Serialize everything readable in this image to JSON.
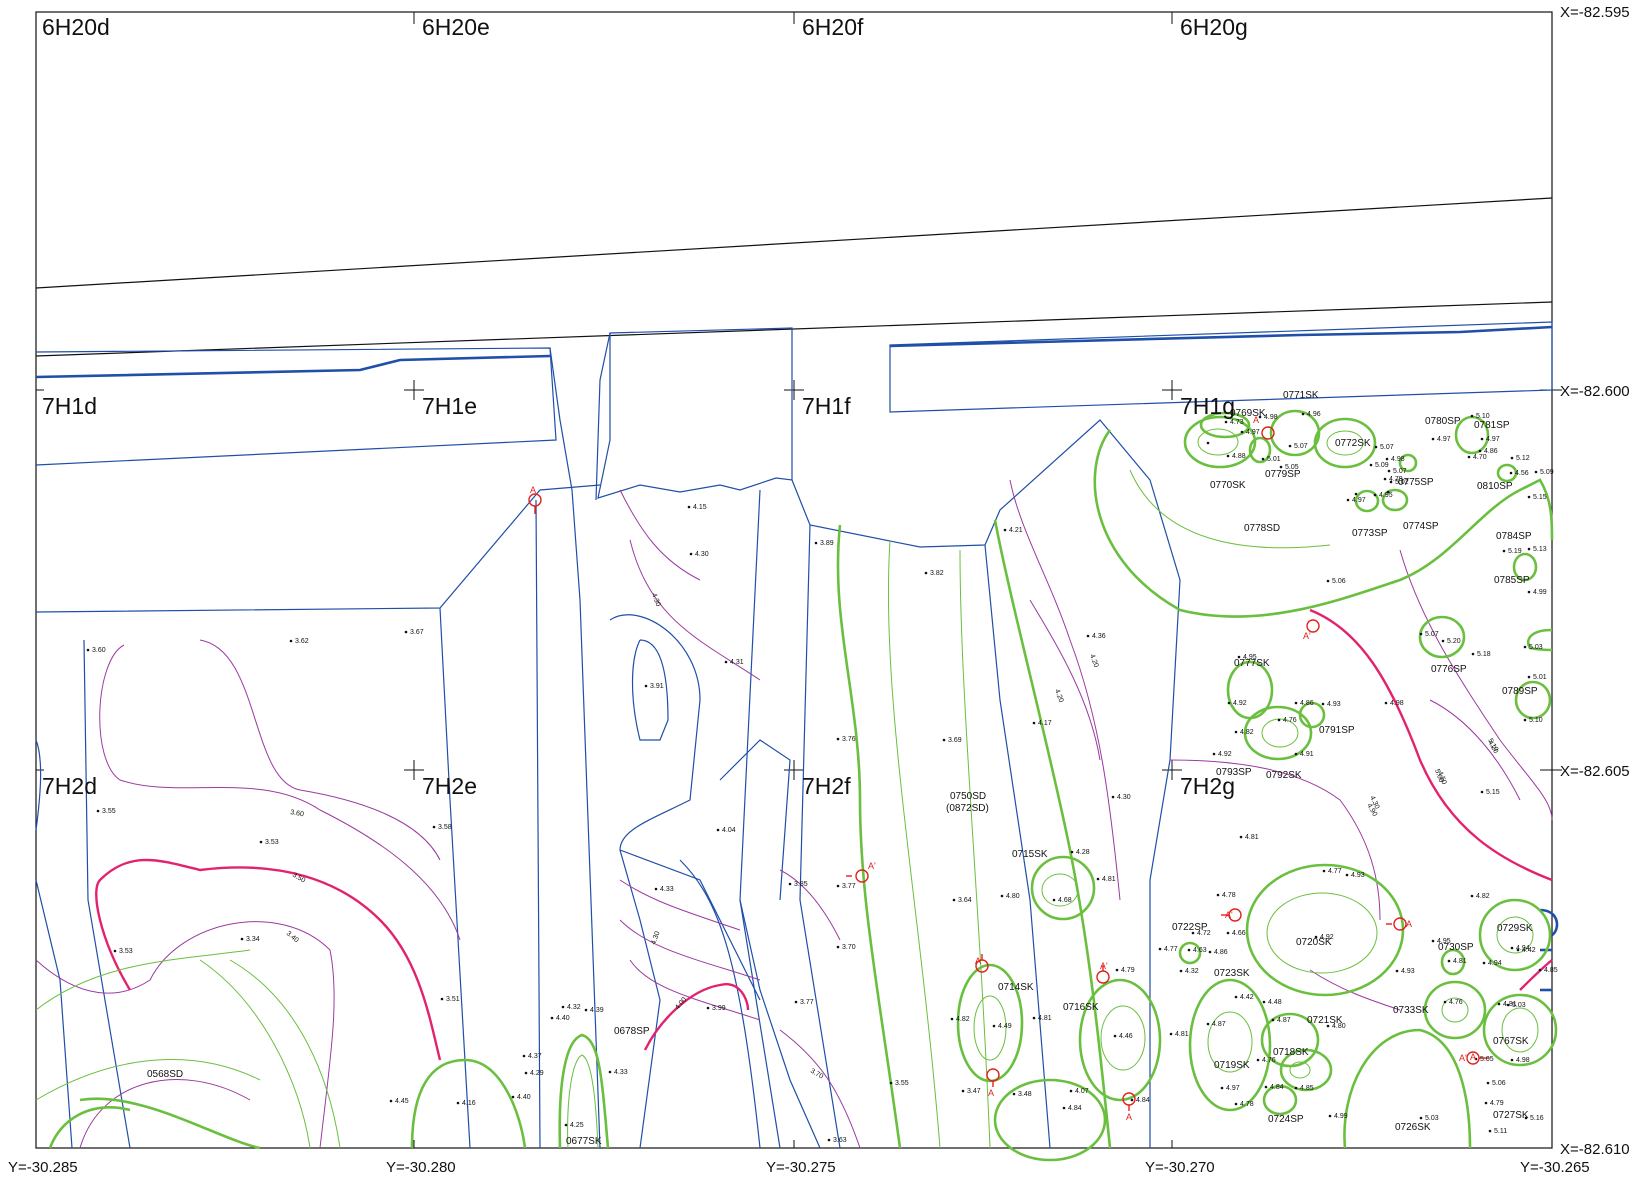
{
  "colors": {
    "frame": "#111111",
    "structure_line": "#1f4fa8",
    "contour": "#9b3aa0",
    "highlight_contour": "#e3226e",
    "feature_outline": "#6abf3f",
    "section_marker": "#e0221c"
  },
  "grid_labels": [
    "6H20d",
    "6H20e",
    "6H20f",
    "6H20g",
    "7H1d",
    "7H1e",
    "7H1f",
    "7H1g",
    "7H2d",
    "7H2e",
    "7H2f",
    "7H2g"
  ],
  "x_coordinates": [
    "X=-82.595",
    "X=-82.600",
    "X=-82.605",
    "X=-82.610"
  ],
  "y_coordinates": [
    "Y=-30.285",
    "Y=-30.280",
    "Y=-30.275",
    "Y=-30.270",
    "Y=-30.265"
  ],
  "features": [
    "0771SK",
    "0769SK",
    "0772SK",
    "0770SK",
    "0779SP",
    "0780SP",
    "0781SP",
    "0810SP",
    "0775SP",
    "0773SP",
    "0774SP",
    "0778SD",
    "0784SP",
    "0785SP",
    "0776SP",
    "0777SK",
    "0789SP",
    "0791SP",
    "0793SP",
    "0792SK",
    "0750SD",
    "(0872SD)",
    "0715SK",
    "0714SK",
    "0716SK",
    "0722SP",
    "0723SK",
    "0720SK",
    "0730SP",
    "0729SK",
    "0733SK",
    "0721SK",
    "0719SK",
    "0718SK",
    "0767SK",
    "0724SP",
    "0726SK",
    "0727SK",
    "0568SD",
    "0678SP",
    "0677SK"
  ],
  "elevations": [
    "4.15",
    "4.30",
    "3.89",
    "4.21",
    "3.82",
    "3.62",
    "3.67",
    "3.60",
    "4.31",
    "3.91",
    "4.36",
    "3.76",
    "3.69",
    "4.17",
    "3.55",
    "3.53",
    "3.58",
    "4.04",
    "3.85",
    "3.77",
    "4.33",
    "3.64",
    "4.28",
    "4.81",
    "4.80",
    "4.68",
    "3.70",
    "3.53",
    "3.34",
    "3.51",
    "3.99",
    "3.77",
    "4.32",
    "4.39",
    "4.40",
    "4.37",
    "4.29",
    "4.33",
    "4.25",
    "4.45",
    "4.16",
    "4.40",
    "3.55",
    "3.63",
    "4.82",
    "4.49",
    "4.81",
    "3.47",
    "3.48",
    "4.79",
    "4.46",
    "4.81",
    "4.07",
    "4.84",
    "4.84",
    "4.95",
    "5.06",
    "4.98",
    "4.86",
    "4.93",
    "4.92",
    "4.82",
    "4.76",
    "4.91",
    "4.92",
    "4.30",
    "4.81",
    "4.77",
    "4.78",
    "4.66",
    "4.72",
    "4.63",
    "4.77",
    "4.86",
    "4.32",
    "4.93",
    "4.92",
    "4.93",
    "4.95",
    "4.81",
    "4.94",
    "4.82",
    "4.94",
    "4.85",
    "4.80",
    "4.42",
    "4.81",
    "4.42",
    "4.48",
    "4.87",
    "4.87",
    "4.76",
    "4.85",
    "4.84",
    "4.97",
    "4.78",
    "4.99",
    "4.76",
    "5.03",
    "5.05",
    "4.98",
    "4.79",
    "5.11",
    "5.03",
    "5.16",
    "5.06",
    "5.03",
    "5.01",
    "5.10",
    "5.15",
    "5.07",
    "5.20",
    "5.18",
    "5.19",
    "5.13",
    "4.99",
    "5.15",
    "4.56",
    "5.09",
    "5.12",
    "4.97",
    "5.10",
    "4.97",
    "4.86",
    "4.70",
    "4.98",
    "4.96",
    "4.97",
    "4.88",
    "5.01",
    "4.73",
    "5.05",
    "5.07",
    "5.07",
    "4.98",
    "5.07",
    "5.09",
    "5.02",
    "4.79",
    "4.95",
    "4.97"
  ],
  "contour_labels": [
    "4.20",
    "4.20",
    "4.30",
    "3.60",
    "3.50",
    "3.40",
    "4.30",
    "4.00",
    "3.70",
    "4.30",
    "4.20",
    "4.50",
    "5.10",
    "5.00",
    "4.90"
  ],
  "section_labels": [
    "A",
    "A'",
    "A'",
    "A",
    "A'",
    "A",
    "A'",
    "A",
    "A'",
    "A",
    "A'",
    "A"
  ]
}
